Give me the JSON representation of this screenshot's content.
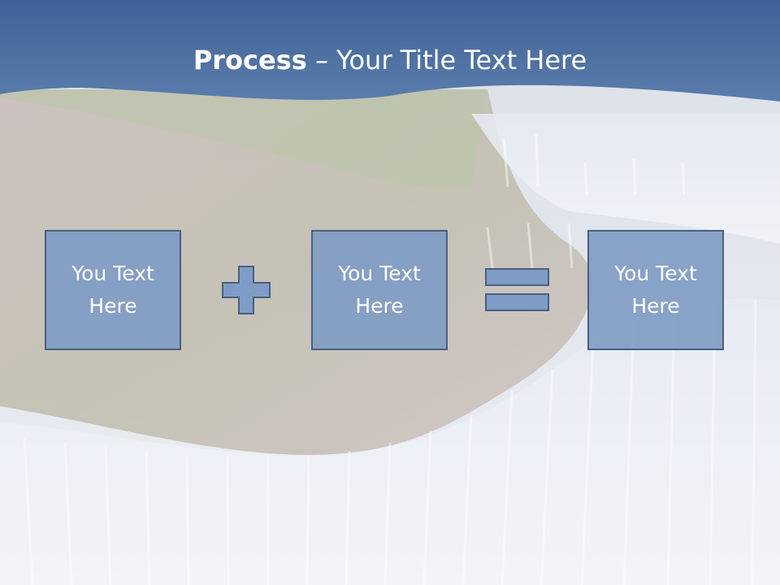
{
  "title": {
    "bold": "Process",
    "rest": " – Your Title Text Here"
  },
  "process": {
    "items": [
      {
        "label": "You Text Here"
      },
      {
        "label": "You Text Here"
      },
      {
        "label": "You Text Here"
      }
    ],
    "operators": [
      "plus-icon",
      "equals-icon"
    ]
  },
  "colors": {
    "title_band": "#4a6c9c",
    "box_fill": "#809cc4",
    "box_border": "#4a5f80",
    "operator_fill": "#7f9cc6"
  }
}
